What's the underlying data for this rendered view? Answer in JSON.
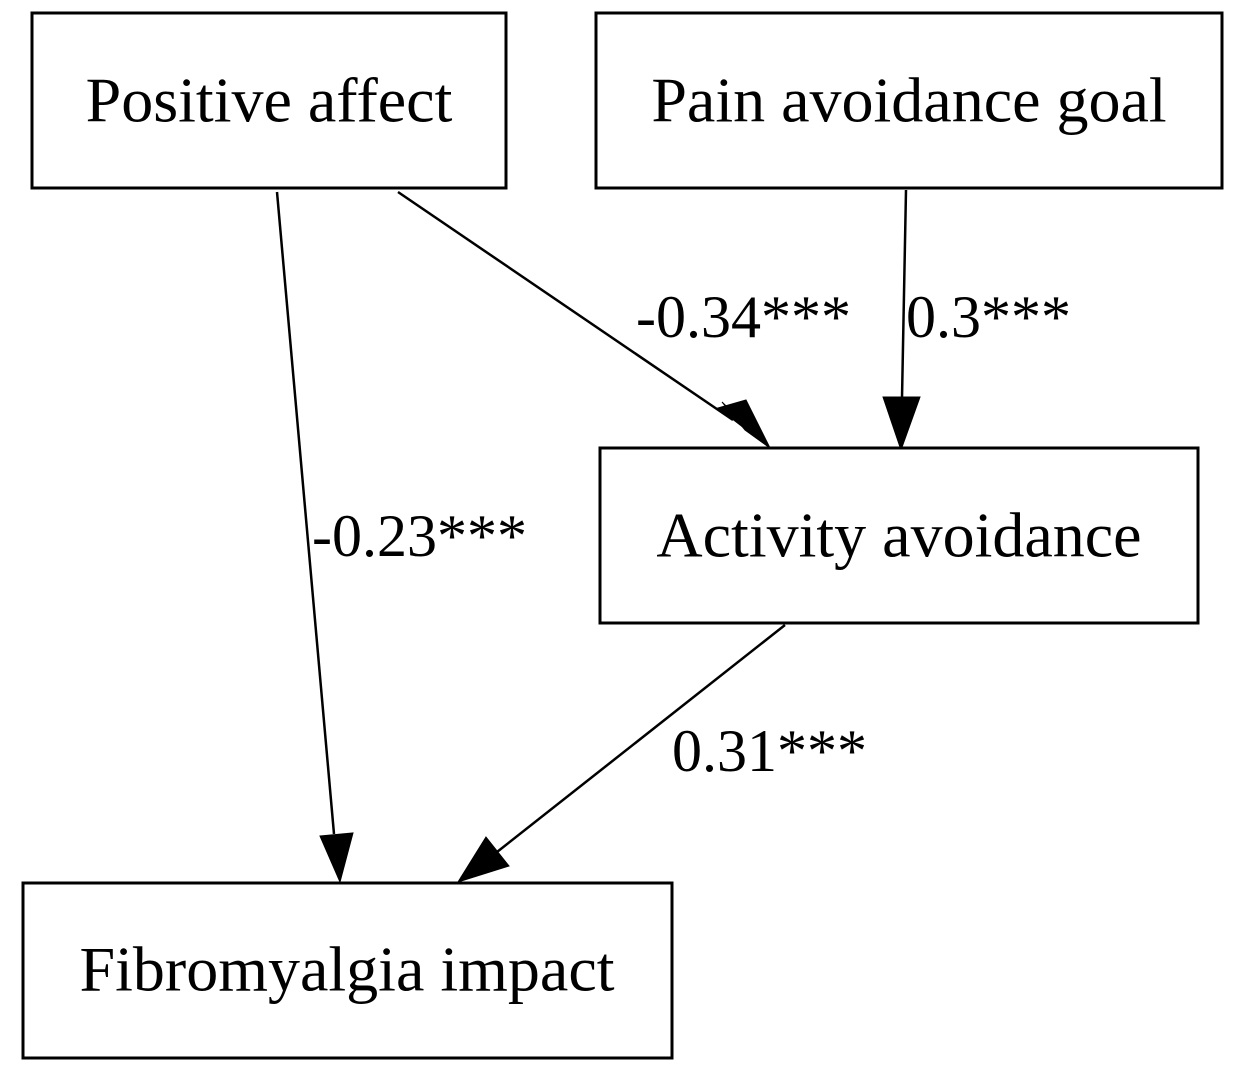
{
  "nodes": {
    "positive_affect": "Positive affect",
    "pain_avoidance_goal": "Pain avoidance goal",
    "activity_avoidance": "Activity avoidance",
    "fibromyalgia_impact": "Fibromyalgia impact"
  },
  "edges": {
    "positive_affect_to_activity_avoidance": "-0.34***",
    "pain_avoidance_goal_to_activity_avoidance": "0.3***",
    "positive_affect_to_fibromyalgia_impact": "-0.23***",
    "activity_avoidance_to_fibromyalgia_impact": "0.31***"
  }
}
